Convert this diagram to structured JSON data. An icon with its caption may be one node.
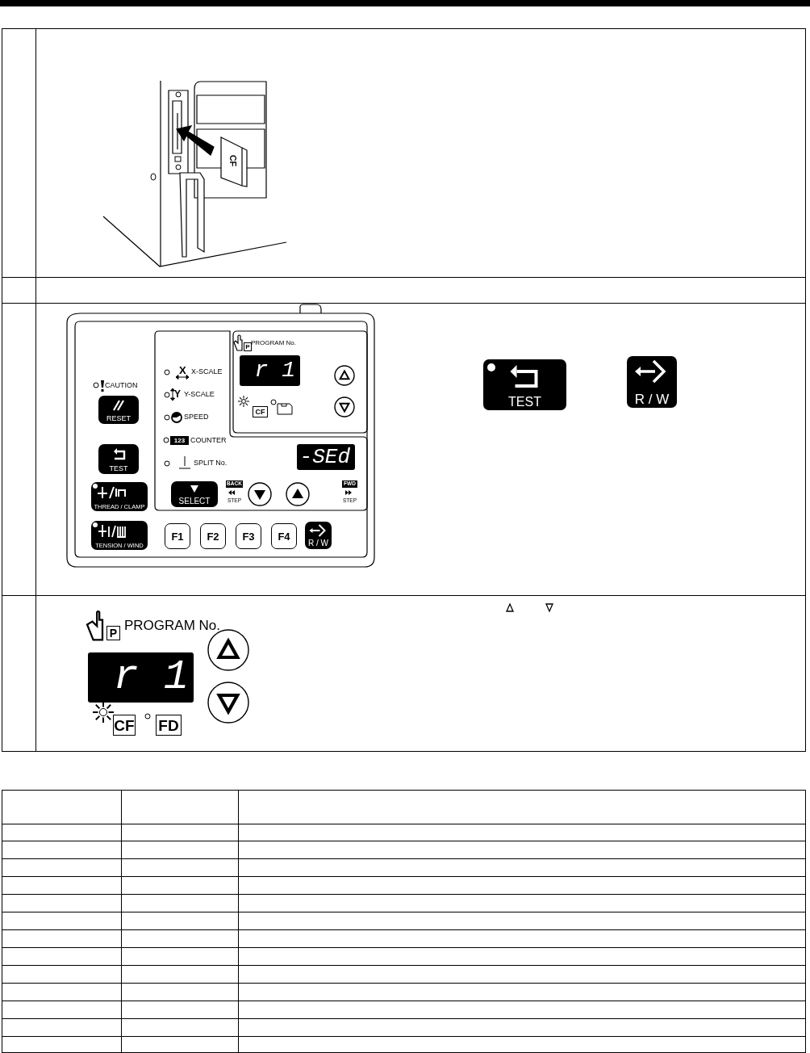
{
  "diagram": {
    "labels": [
      "CF",
      "CAUTION",
      "RESET",
      "X",
      "X-SCALE",
      "Y",
      "Y-SCALE",
      "SPEED",
      "123",
      "COUNTER",
      "SPLIT No.",
      "P",
      "PROGRAM No.",
      "r 1",
      "CF",
      "TEST",
      "THREAD / CLAMP",
      "-SEd",
      "SELECT",
      "BACK",
      "STEP",
      "FWD",
      "STEP",
      "TENSION / WIND",
      "F1",
      "F2",
      "F3",
      "F4",
      "R / W",
      "TEST",
      "R / W",
      "P",
      "PROGRAM No.",
      "r 1",
      "CF",
      "FD"
    ]
  }
}
